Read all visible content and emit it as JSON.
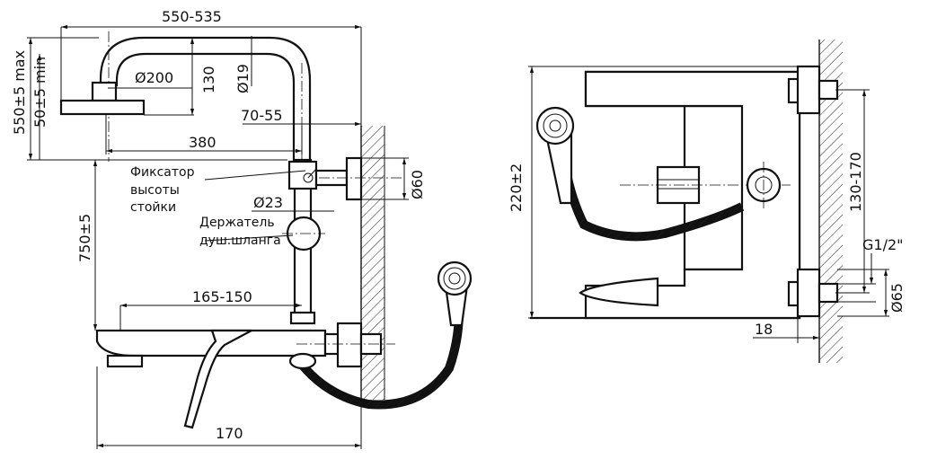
{
  "left_view": {
    "dim_top_width": "550-535",
    "dim_height_max": "550±5 max",
    "dim_height_min": "50±5 min",
    "dim_head_diameter": "Ø200",
    "dim_head_drop": "130",
    "dim_pipe_diameter": "Ø19",
    "dim_arm_offset": "70-55",
    "dim_head_reach": "380",
    "dim_mount_diameter": "Ø60",
    "dim_riser_diameter": "Ø23",
    "dim_riser_height": "750±5",
    "dim_spout_reach": "165-150",
    "dim_body_depth": "170",
    "label_lock_line1": "Фиксатор",
    "label_lock_line2": "высоты",
    "label_lock_line3": "стойки",
    "label_holder_line1": "Держатель",
    "label_holder_line2": "душ.шланга"
  },
  "right_view": {
    "dim_height": "220±2",
    "dim_center_distance": "130-170",
    "dim_thread": "G1/2\"",
    "dim_flange_diameter": "Ø65",
    "dim_wall_offset": "18"
  }
}
